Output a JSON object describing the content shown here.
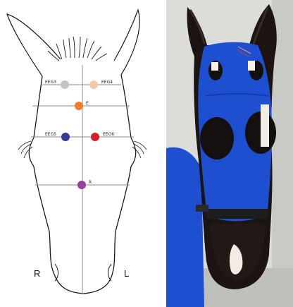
{
  "diagram": {
    "side_left": "R",
    "side_right": "L",
    "electrodes": [
      {
        "id": "EEG3",
        "label": "EEG3",
        "color": "#c4c4c4"
      },
      {
        "id": "EEG4",
        "label": "EEG4",
        "color": "#f5c9a7"
      },
      {
        "id": "E",
        "label": "E",
        "color": "#ef7d2b"
      },
      {
        "id": "EEG5",
        "label": "EEG5",
        "color": "#2f3c9a"
      },
      {
        "id": "EEG6",
        "label": "EEG6",
        "color": "#d61f26"
      },
      {
        "id": "R",
        "label": "R",
        "color": "#9a3f9e"
      }
    ]
  },
  "photo": {
    "hood_color": "#1f4fd1"
  }
}
